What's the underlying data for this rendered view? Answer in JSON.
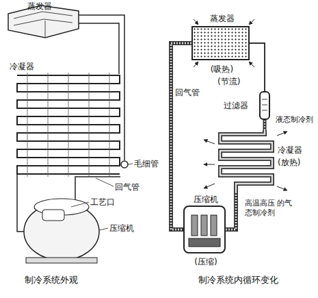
{
  "diagram": {
    "nodes": [
      {
        "text": [
          "蒸发器",
          "(吸热)"
        ]
      },
      {
        "text": [
          "过滤器"
        ]
      },
      {
        "text": [
          "冷凝器",
          "(放热)"
        ]
      },
      {
        "text": [
          "压缩机",
          "(压缩)"
        ]
      }
    ],
    "edges": [
      {
        "from": 0,
        "to": 3,
        "arrow": "none",
        "label": "回气管"
      },
      {
        "from": 1,
        "to": 0,
        "arrow": "none",
        "label": "(节流)"
      },
      {
        "from": 2,
        "to": 1,
        "arrow": "none",
        "label": "液态制冷剂"
      },
      {
        "from": 3,
        "to": 2,
        "arrow": "none",
        "label": "高温高压 的气态制冷剂"
      }
    ],
    "labels": [
      "蒸发器",
      "冷凝器",
      "毛细管",
      "回气管",
      "工艺口",
      "压缩机",
      "制冷系统外观",
      "制冷系统内循环变化"
    ]
  }
}
